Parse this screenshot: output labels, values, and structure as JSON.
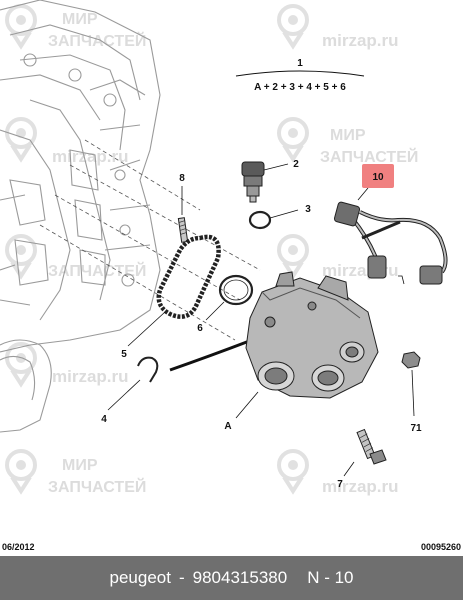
{
  "watermark": {
    "line1": "МИР",
    "line2": "ЗАПЧАСТЕЙ",
    "domain": "mirzap.ru"
  },
  "assembly": {
    "label": "1",
    "formula": "A + 2 + 3 + 4 + 5 + 6"
  },
  "callouts": {
    "c2": "2",
    "c3": "3",
    "c4": "4",
    "c5": "5",
    "c6": "6",
    "c7": "7",
    "c8": "8",
    "c10": "10",
    "c71": "71",
    "cA": "A"
  },
  "highlight_color": "#f08080",
  "footer": {
    "date": "06/2012",
    "code": "00095260"
  },
  "bottom_bar": {
    "brand": "peugeot",
    "separator": "-",
    "part_number": "9804315380",
    "reference": "N - 10"
  }
}
